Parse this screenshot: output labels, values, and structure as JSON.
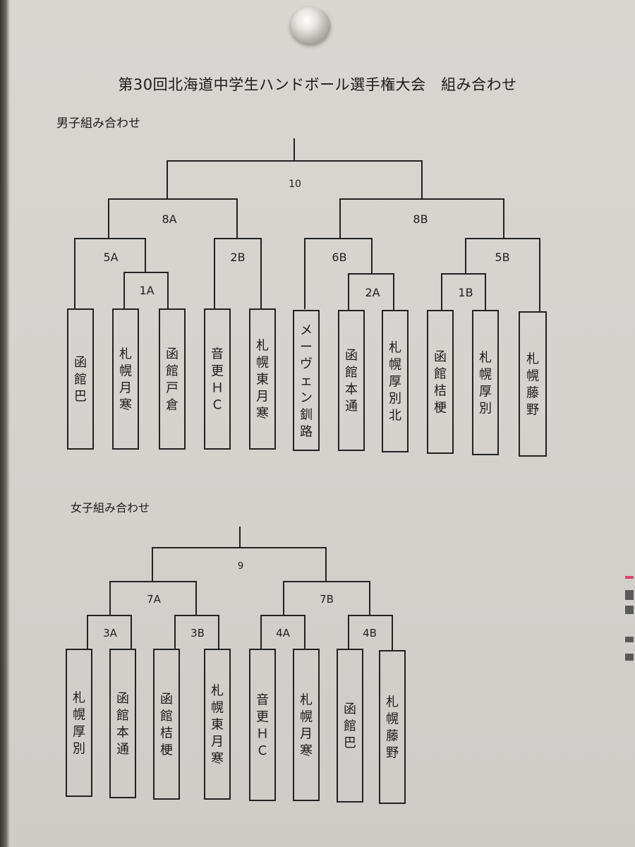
{
  "title": "第30回北海道中学生ハンドボール選手権大会　組み合わせ",
  "boys": {
    "heading": "男子組み合わせ",
    "teams": [
      "函館巴",
      "札幌月寒",
      "函館戸倉",
      "音更ＨＣ",
      "札幌東月寒",
      "メーヴェン釧路",
      "函館本通",
      "札幌厚別北",
      "函館桔梗",
      "札幌厚別",
      "札幌藤野"
    ],
    "matches": {
      "m1A": "1A",
      "m5A": "5A",
      "m2B": "2B",
      "m8A": "8A",
      "m2A": "2A",
      "m6B": "6B",
      "m1B": "1B",
      "m5B": "5B",
      "m8B": "8B",
      "final": "10"
    }
  },
  "girls": {
    "heading": "女子組み合わせ",
    "teams": [
      "札幌厚別",
      "函館本通",
      "函館桔梗",
      "札幌東月寒",
      "音更ＨＣ",
      "札幌月寒",
      "函館巴",
      "札幌藤野"
    ],
    "matches": {
      "m3A": "3A",
      "m3B": "3B",
      "m4A": "4A",
      "m4B": "4B",
      "m7A": "7A",
      "m7B": "7B",
      "final": "9"
    }
  }
}
